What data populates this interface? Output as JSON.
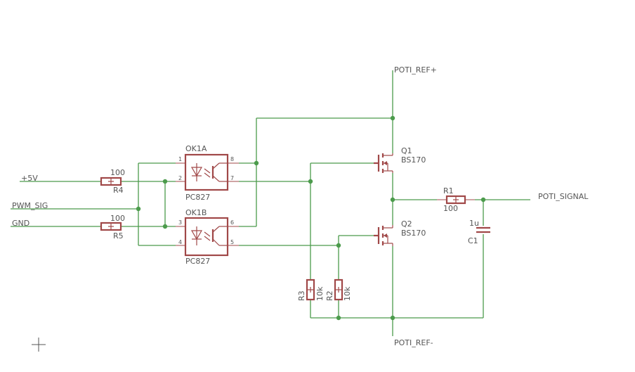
{
  "nets": {
    "v5": "+5V",
    "pwm": "PWM_SIG",
    "gnd": "GND",
    "poti_ref_plus": "POTI_REF+",
    "poti_ref_minus": "POTI_REF-",
    "poti_signal": "POTI_SIGNAL"
  },
  "parts": {
    "r4": {
      "name": "R4",
      "value": "100"
    },
    "r5": {
      "name": "R5",
      "value": "100"
    },
    "r1": {
      "name": "R1",
      "value": "100"
    },
    "r2": {
      "name": "R2",
      "value": "10k"
    },
    "r3": {
      "name": "R3",
      "value": "10k"
    },
    "c1": {
      "name": "C1",
      "value": "1u"
    },
    "q1": {
      "name": "Q1",
      "value": "BS170"
    },
    "q2": {
      "name": "Q2",
      "value": "BS170"
    },
    "ok1a": {
      "name": "OK1A",
      "value": "PC827",
      "pins": [
        "1",
        "2",
        "8",
        "7"
      ]
    },
    "ok1b": {
      "name": "OK1B",
      "value": "PC827",
      "pins": [
        "3",
        "4",
        "6",
        "5"
      ]
    }
  },
  "colors": {
    "wire": "#4c9b4c",
    "part": "#a04848",
    "text": "#555555"
  }
}
